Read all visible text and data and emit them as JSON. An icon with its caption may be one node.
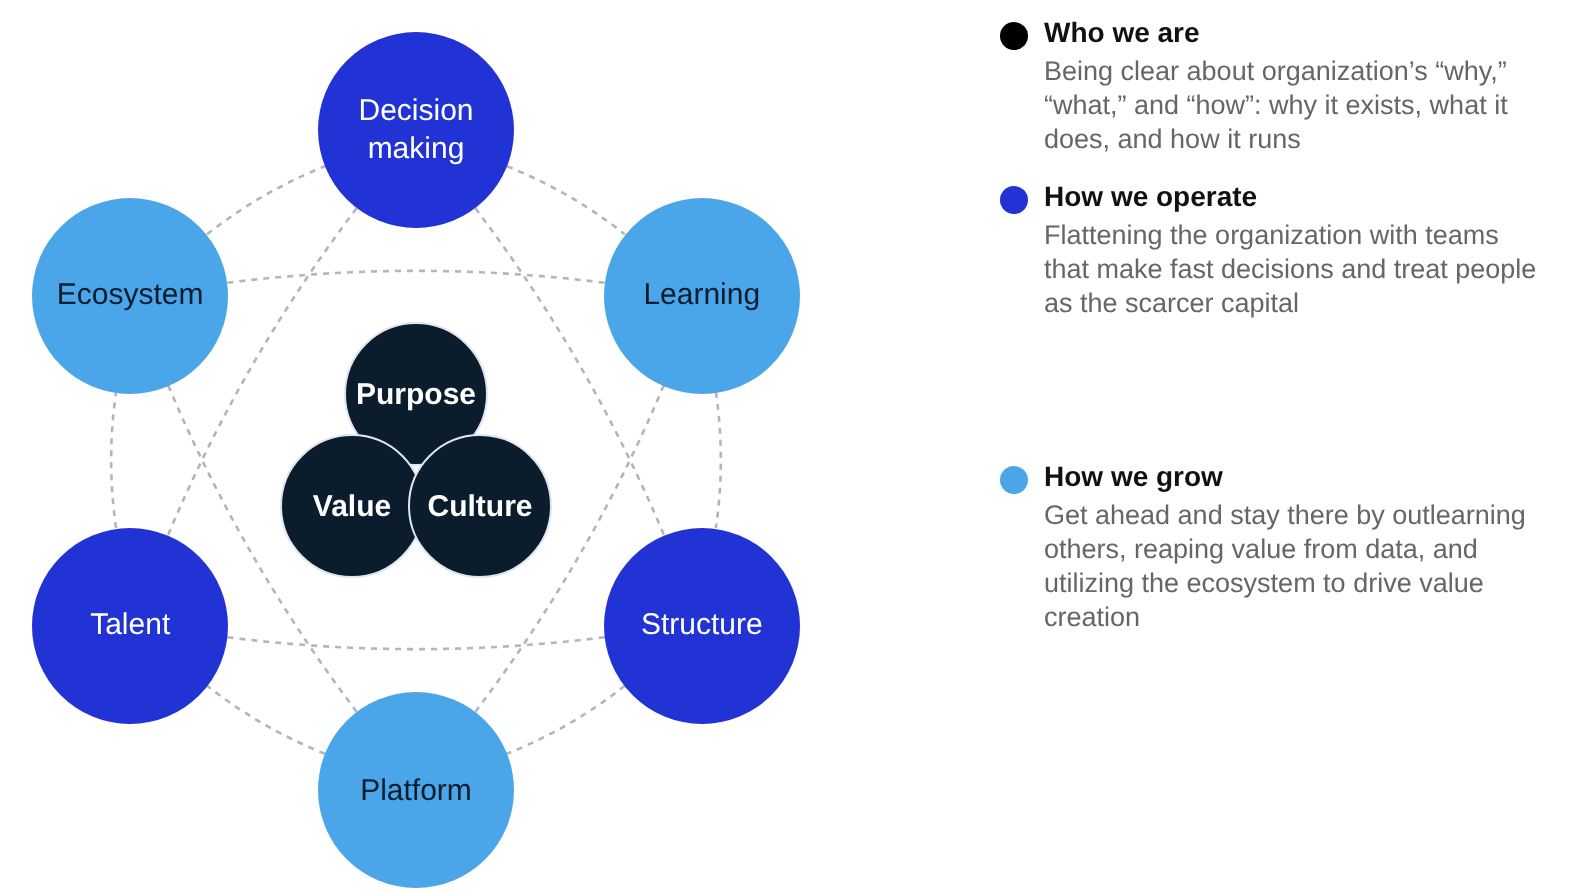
{
  "diagram": {
    "nodes": [
      {
        "text": [
          "Decision making"
        ]
      },
      {
        "text": [
          "Learning"
        ]
      },
      {
        "text": [
          "Ecosystem"
        ]
      },
      {
        "text": [
          "Purpose"
        ]
      },
      {
        "text": [
          "Value"
        ]
      },
      {
        "text": [
          "Culture"
        ]
      },
      {
        "text": [
          "Talent"
        ]
      },
      {
        "text": [
          "Structure"
        ]
      },
      {
        "text": [
          "Platform"
        ]
      }
    ],
    "edges": [
      {
        "from": 0,
        "to": 1,
        "arrow": "none",
        "style": "dashed"
      },
      {
        "from": 1,
        "to": 7,
        "arrow": "none",
        "style": "dashed"
      },
      {
        "from": 7,
        "to": 8,
        "arrow": "none",
        "style": "dashed"
      },
      {
        "from": 8,
        "to": 6,
        "arrow": "none",
        "style": "dashed"
      },
      {
        "from": 6,
        "to": 2,
        "arrow": "none",
        "style": "dashed"
      },
      {
        "from": 2,
        "to": 0,
        "arrow": "none",
        "style": "dashed"
      },
      {
        "from": 0,
        "to": 7,
        "arrow": "none",
        "style": "dashed"
      },
      {
        "from": 7,
        "to": 6,
        "arrow": "none",
        "style": "dashed"
      },
      {
        "from": 6,
        "to": 0,
        "arrow": "none",
        "style": "dashed"
      },
      {
        "from": 2,
        "to": 1,
        "arrow": "none",
        "style": "dashed"
      },
      {
        "from": 1,
        "to": 8,
        "arrow": "none",
        "style": "dashed"
      },
      {
        "from": 8,
        "to": 2,
        "arrow": "none",
        "style": "dashed"
      }
    ],
    "labels": [
      "Being clear about organization’s “why,” “what,” and “how”: why it exists, what it does, and how it runs",
      "Flattening the organization with teams that make fast decisions and treat people as the scarcer capital",
      "Get ahead and stay there by outlearning others, reaping value from data, and utilizing the ecosystem to drive value creation"
    ],
    "legend": [
      {
        "text": "Who we are",
        "color": "#000000"
      },
      {
        "text": "How we operate",
        "color": "#2233d6"
      },
      {
        "text": "How we grow",
        "color": "#4aa6e8"
      }
    ]
  }
}
